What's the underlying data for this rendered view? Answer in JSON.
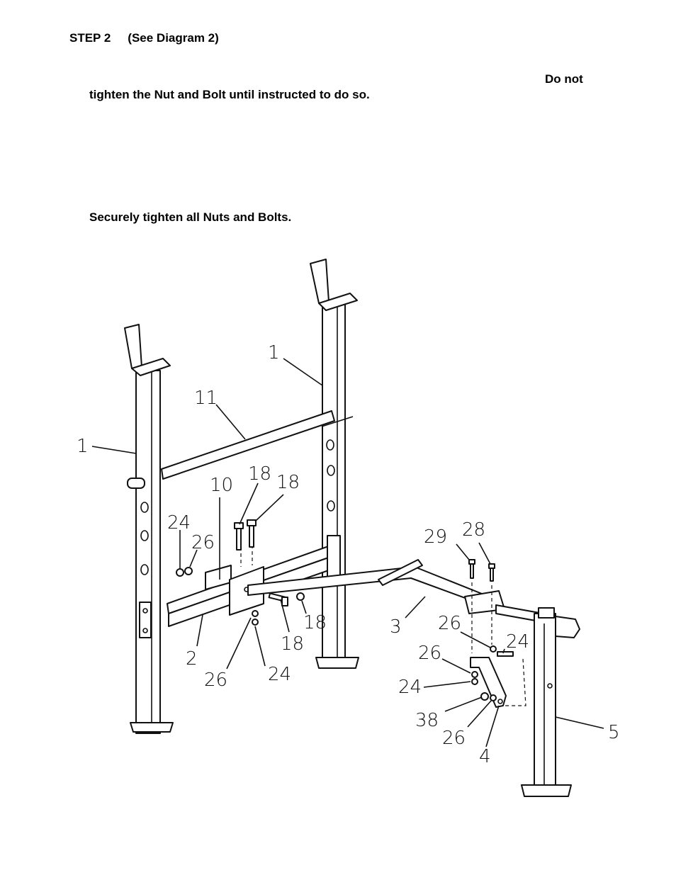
{
  "heading": {
    "step": "STEP 2",
    "ref": "(See Diagram 2)"
  },
  "instructions": {
    "do_not": "Do not",
    "tighten_line": "tighten the Nut and Bolt until instructed to do so.",
    "secure_line": "Securely tighten all Nuts and Bolts."
  },
  "diagram": {
    "labels": {
      "upright_left": "1",
      "upright_right": "1",
      "crossbar": "11",
      "bracket": "10",
      "bolt_a": "18",
      "bolt_b": "18",
      "nut_left": "24",
      "washer_left": "26",
      "base_rail": "2",
      "washer_bottom": "26",
      "nut_bottom": "24",
      "bolt_c": "18",
      "bolt_d": "18",
      "bolt_29": "29",
      "bolt_28": "28",
      "leg_tube": "3",
      "washer_right_a": "26",
      "nut_right_a": "24",
      "washer_right_b": "26",
      "nut_right_b": "24",
      "bolt_38": "38",
      "washer_right_c": "26",
      "brace": "4",
      "rear_leg": "5"
    }
  }
}
